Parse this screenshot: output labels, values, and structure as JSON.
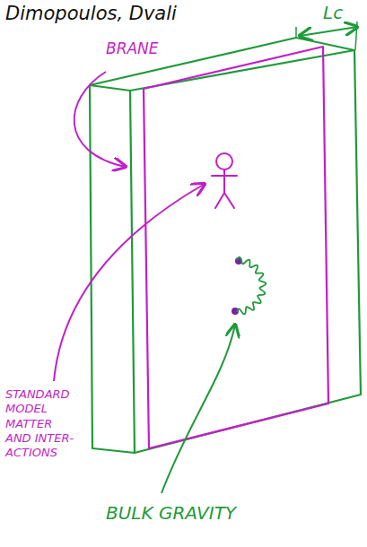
{
  "diagram": {
    "title": "Dimopoulos, Dvali",
    "labels": [
      "BRANE",
      "Lc",
      "STANDARD MODEL MATTER AND INTER- ACTIONS",
      "BULK GRAVITY"
    ]
  }
}
